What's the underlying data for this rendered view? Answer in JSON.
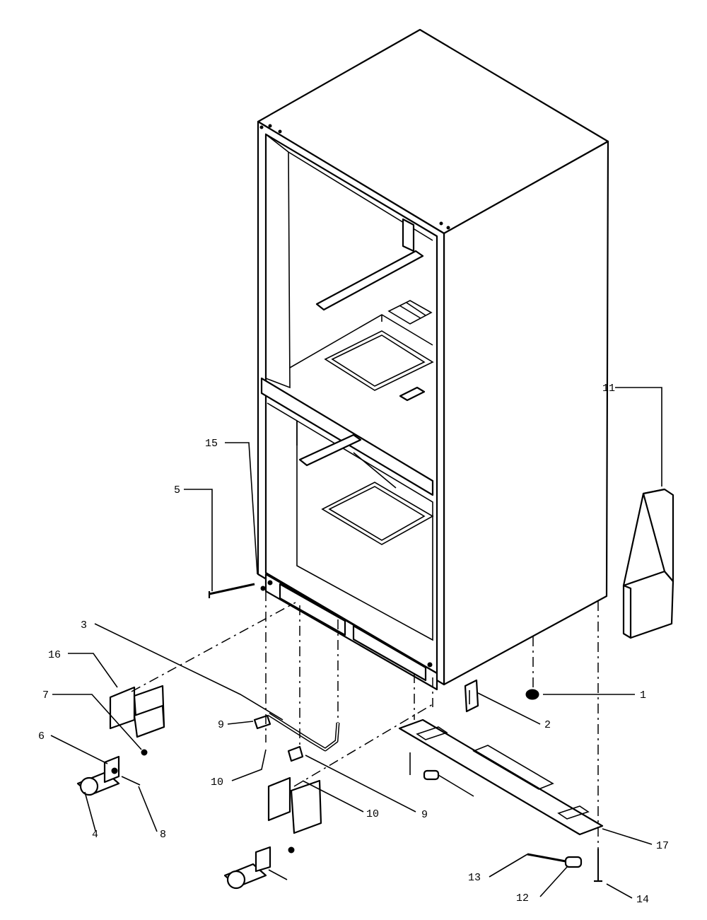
{
  "callouts": [
    {
      "id": "c1",
      "text": "1"
    },
    {
      "id": "c2",
      "text": "2"
    },
    {
      "id": "c3",
      "text": "3"
    },
    {
      "id": "c4",
      "text": "4"
    },
    {
      "id": "c5",
      "text": "5"
    },
    {
      "id": "c6",
      "text": "6"
    },
    {
      "id": "c7",
      "text": "7"
    },
    {
      "id": "c8",
      "text": "8"
    },
    {
      "id": "c9a",
      "text": "9"
    },
    {
      "id": "c9b",
      "text": "9"
    },
    {
      "id": "c10a",
      "text": "10"
    },
    {
      "id": "c10b",
      "text": "10"
    },
    {
      "id": "c11",
      "text": "11"
    },
    {
      "id": "c12",
      "text": "12"
    },
    {
      "id": "c13",
      "text": "13"
    },
    {
      "id": "c14",
      "text": "14"
    },
    {
      "id": "c15",
      "text": "15"
    },
    {
      "id": "c16",
      "text": "16"
    },
    {
      "id": "c17",
      "text": "17"
    }
  ]
}
